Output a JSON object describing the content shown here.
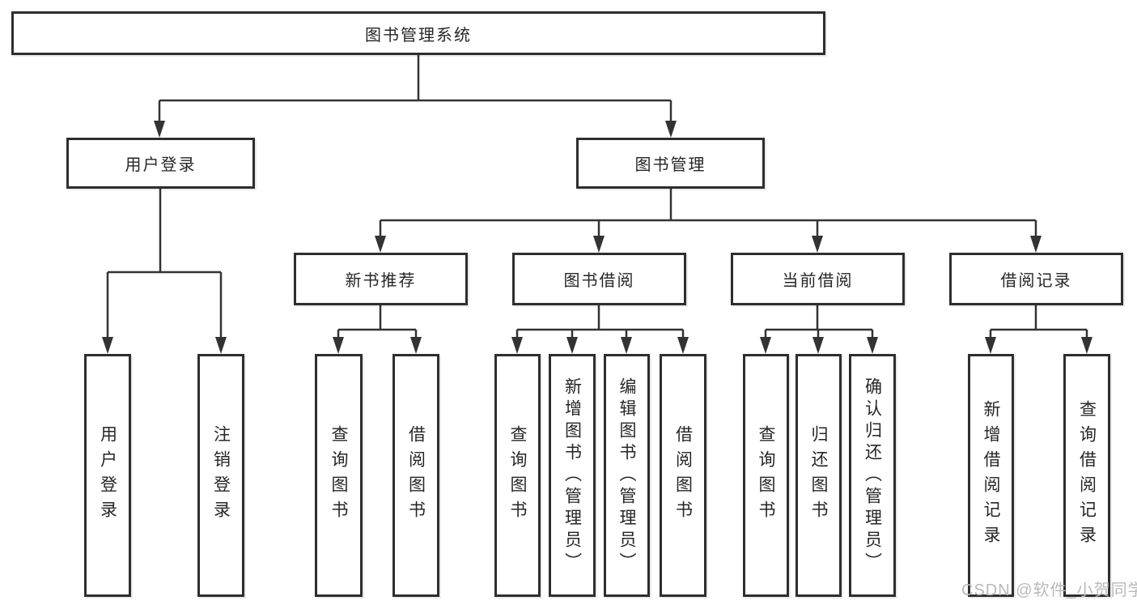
{
  "diagram_title": "图书管理系统",
  "tree": {
    "root": {
      "label": "图书管理系统"
    },
    "branches": [
      {
        "label": "用户登录",
        "children": [
          {
            "label": "用户登录"
          },
          {
            "label": "注销登录"
          }
        ]
      },
      {
        "label": "图书管理",
        "children": [
          {
            "label": "新书推荐",
            "children": [
              {
                "label": "查询图书"
              },
              {
                "label": "借阅图书"
              }
            ]
          },
          {
            "label": "图书借阅",
            "children": [
              {
                "label": "查询图书"
              },
              {
                "label": "新增图书（管理员）"
              },
              {
                "label": "编辑图书（管理员）"
              },
              {
                "label": "借阅图书"
              }
            ]
          },
          {
            "label": "当前借阅",
            "children": [
              {
                "label": "查询图书"
              },
              {
                "label": "归还图书"
              },
              {
                "label": "确认归还（管理员）"
              }
            ]
          },
          {
            "label": "借阅记录",
            "children": [
              {
                "label": "新增借阅记录"
              },
              {
                "label": "查询借阅记录"
              }
            ]
          }
        ]
      }
    ]
  },
  "watermark": {
    "text": "CSDN @软件_小贺同学",
    "color": "#b9b9b9"
  },
  "colors": {
    "background": "#ffffff",
    "line": "#333333",
    "box_border": "#2e2e2e",
    "text": "#262626"
  }
}
